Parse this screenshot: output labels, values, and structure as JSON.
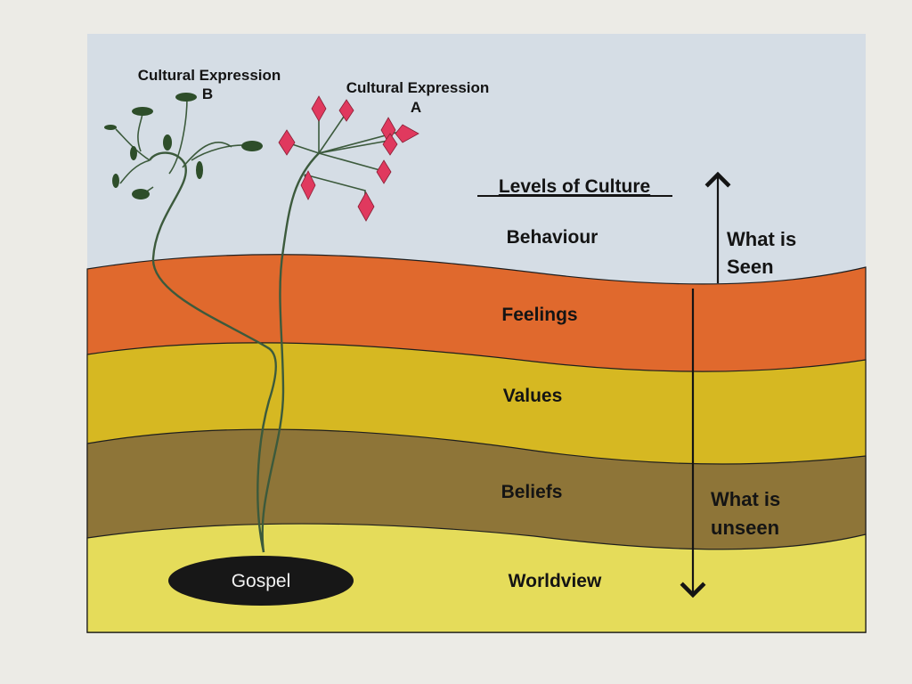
{
  "colors": {
    "page": "#ecebe6",
    "sky": "#d5dde5",
    "feelings": "#e0692d",
    "values": "#d6b822",
    "beliefs": "#8e7538",
    "worldview": "#e5dc5a",
    "stem": "#3c5a3c",
    "leaf": "#2e4e2a",
    "diamond": "#e0395e",
    "gospel": "#171717"
  },
  "diagram": {
    "heading": "Levels of Culture",
    "levels": [
      {
        "name": "Behaviour"
      },
      {
        "name": "Feelings"
      },
      {
        "name": "Values"
      },
      {
        "name": "Beliefs"
      },
      {
        "name": "Worldview"
      }
    ],
    "seen": {
      "line1": "What is",
      "line2": "Seen"
    },
    "unseen": {
      "line1": "What is",
      "line2": "unseen"
    },
    "expression_a": {
      "line1": "Cultural Expression",
      "line2": "A"
    },
    "expression_b": {
      "line1": "Cultural Expression",
      "line2": "B"
    },
    "root": "Gospel"
  }
}
